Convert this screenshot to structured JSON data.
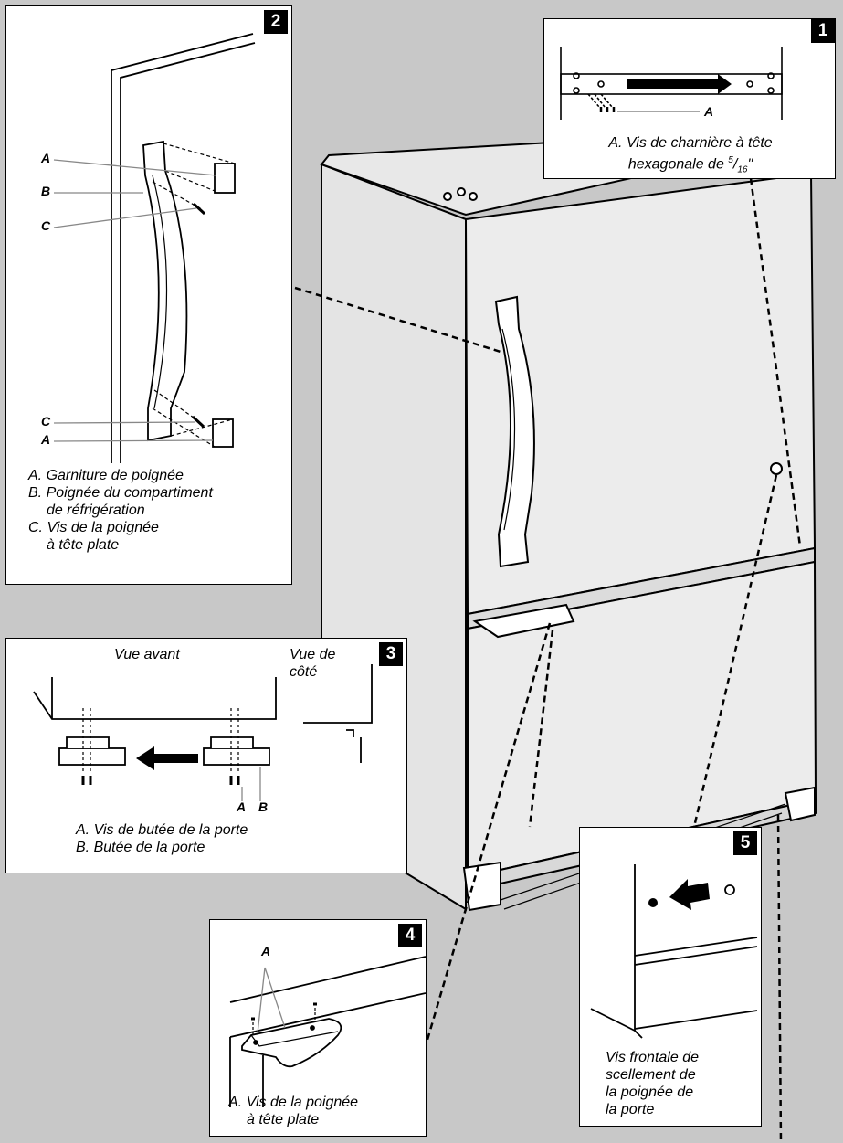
{
  "panels": {
    "p1": {
      "number": "1",
      "callout": "A",
      "caption_line1": "A. Vis de charnière à tête",
      "caption_line2_pre": "hexagonale de ",
      "fraction_num": "5",
      "fraction_den": "16",
      "caption_line2_post": "\""
    },
    "p2": {
      "number": "2",
      "callouts": [
        "A",
        "B",
        "C",
        "C",
        "A"
      ],
      "legend": [
        "A. Garniture de poignée",
        "B. Poignée du compartiment",
        "de réfrigération",
        "C. Vis de la poignée",
        "à tête plate"
      ]
    },
    "p3": {
      "number": "3",
      "view_front": "Vue avant",
      "view_side_line1": "Vue de",
      "view_side_line2": "côté",
      "callout_a": "A",
      "callout_b": "B",
      "legend": [
        "A. Vis de butée de la porte",
        "B. Butée de la porte"
      ]
    },
    "p4": {
      "number": "4",
      "callout": "A",
      "legend": [
        "A. Vis de la poignée",
        "à tête plate"
      ]
    },
    "p5": {
      "number": "5",
      "caption": [
        "Vis frontale de",
        "scellement de",
        "la poignée de",
        "la porte"
      ]
    }
  },
  "colors": {
    "background": "#c8c8c8",
    "panel": "#ffffff",
    "ink": "#000000"
  }
}
